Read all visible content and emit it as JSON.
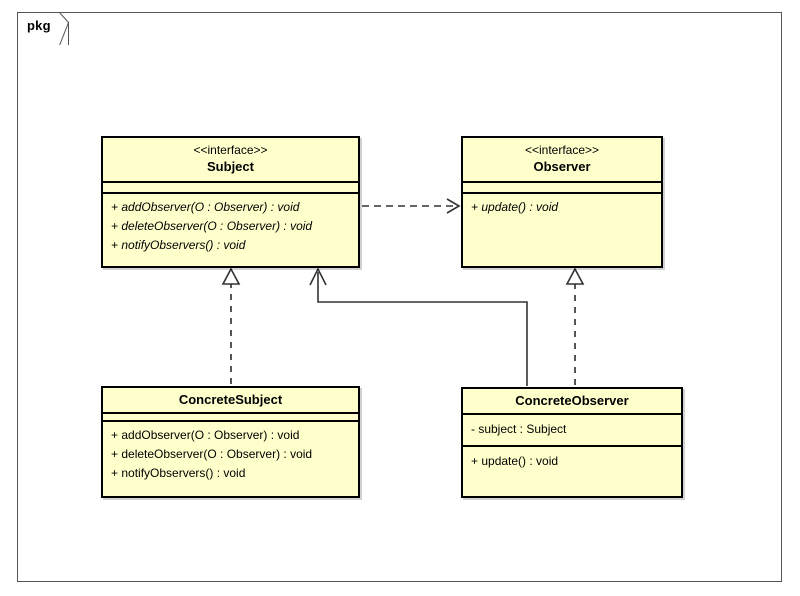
{
  "diagram": {
    "kind": "uml-class-diagram",
    "package_label": "pkg",
    "background_color": "#FFFFFF",
    "class_fill_color": "#FFFFCC",
    "class_border_color": "#000000",
    "frame_border_color": "#555555"
  },
  "classes": {
    "subject": {
      "stereotype": "<<interface>>",
      "name": "Subject",
      "attributes": [],
      "operations": [
        "+ addObserver(O : Observer) : void",
        "+ deleteObserver(O : Observer) : void",
        "+ notifyObservers() : void"
      ]
    },
    "observer": {
      "stereotype": "<<interface>>",
      "name": "Observer",
      "attributes": [],
      "operations": [
        "+ update() : void"
      ]
    },
    "concrete_subject": {
      "stereotype": "",
      "name": "ConcreteSubject",
      "attributes": [],
      "operations": [
        "+ addObserver(O : Observer) : void",
        "+ deleteObserver(O : Observer) : void",
        "+ notifyObservers() : void"
      ]
    },
    "concrete_observer": {
      "stereotype": "",
      "name": "ConcreteObserver",
      "attributes": [
        "- subject : Subject"
      ],
      "operations": [
        "+ update() : void"
      ]
    }
  },
  "relationships": [
    {
      "id": "subject-depends-observer",
      "type": "dependency",
      "line": "dashed",
      "arrowhead": "open",
      "from": "Subject",
      "to": "Observer",
      "label": ""
    },
    {
      "id": "concretesubject-realizes-subject",
      "type": "realization",
      "line": "dashed",
      "arrowhead": "hollow-triangle",
      "from": "ConcreteSubject",
      "to": "Subject",
      "label": ""
    },
    {
      "id": "concreteobserver-realizes-observer",
      "type": "realization",
      "line": "dashed",
      "arrowhead": "hollow-triangle",
      "from": "ConcreteObserver",
      "to": "Observer",
      "label": ""
    },
    {
      "id": "concreteobserver-association-subject",
      "type": "association",
      "line": "solid",
      "arrowhead": "open",
      "from": "ConcreteObserver",
      "to": "Subject",
      "label": ""
    }
  ]
}
